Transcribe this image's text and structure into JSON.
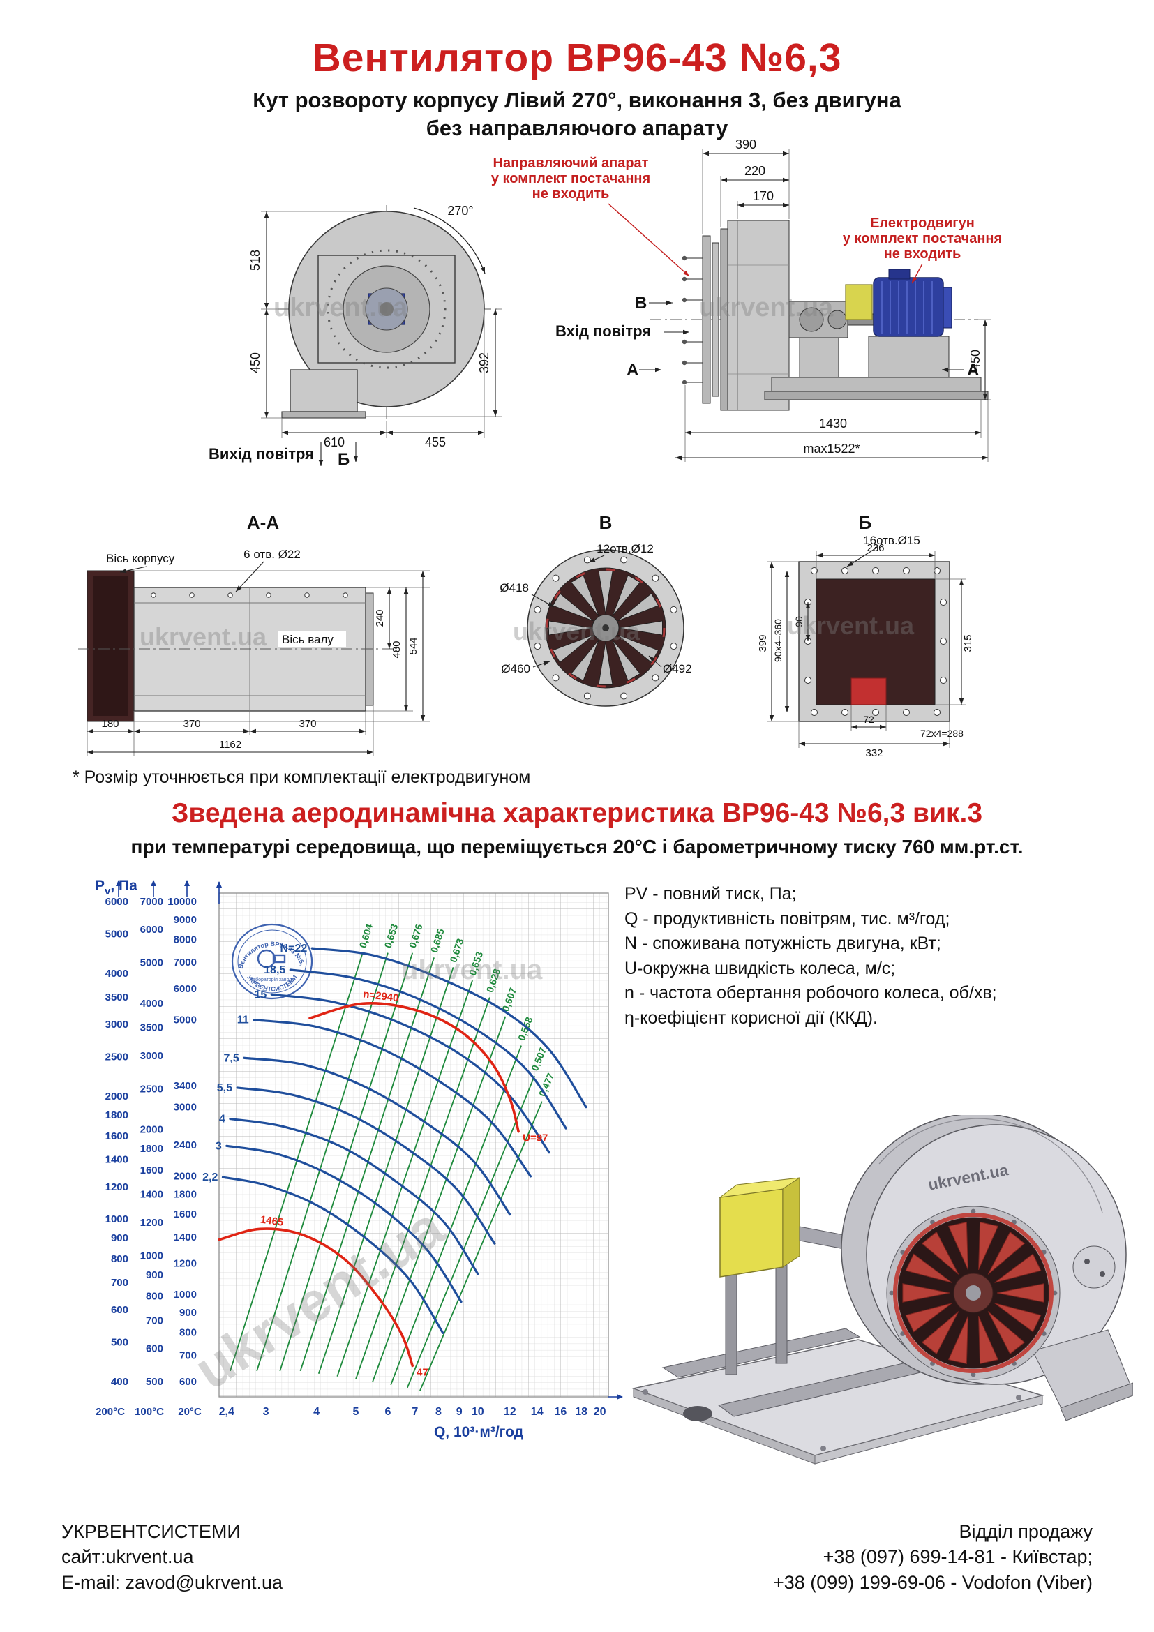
{
  "page": {
    "title": "Вентилятор ВР96-43 №6,3",
    "subtitle_line1": "Кут розвороту корпусу Лівий 270°, виконання 3, без двигуна",
    "subtitle_line2": "без направляючого апарату",
    "footnote": "* Розмір уточнюється при комплектації електродвигуном",
    "watermark": "ukrvent.ua"
  },
  "front_view": {
    "angle_label": "270°",
    "dim_518": "518",
    "dim_450": "450",
    "dim_392": "392",
    "dim_610": "610",
    "dim_455": "455",
    "air_out_label": "Вихід повітря",
    "section_b_marker": "Б"
  },
  "side_view": {
    "note_guide_vane": [
      "Направляючий апарат",
      "у комплект постачання",
      "не входить"
    ],
    "note_motor": [
      "Електродвигун",
      "у комплект постачання",
      "не входить"
    ],
    "air_in_label": "Вхід повітря",
    "marker_v": "В",
    "marker_a_left": "А",
    "marker_a_right": "А",
    "dim_390": "390",
    "dim_220": "220",
    "dim_170": "170",
    "dim_450": "450",
    "dim_1430": "1430",
    "dim_max": "max1522*"
  },
  "section_aa": {
    "title": "А-А",
    "label_body_axis": "Вісь корпусу",
    "label_shaft_axis": "Вісь валу",
    "label_holes": "6 отв. Ø22",
    "dim_240": "240",
    "dim_480": "480",
    "dim_544": "544",
    "dim_180": "180",
    "dim_370a": "370",
    "dim_370b": "370",
    "dim_1162": "1162"
  },
  "section_v": {
    "title": "В",
    "label_holes": "12отв.Ø12",
    "dim_d418": "Ø418",
    "dim_d460": "Ø460",
    "dim_d492": "Ø492"
  },
  "section_b": {
    "title": "Б",
    "label_holes": "16отв.Ø15",
    "dim_236": "236",
    "dim_399": "399",
    "dim_90x4": "90х4=360",
    "dim_90": "90",
    "dim_315": "315",
    "dim_72": "72",
    "dim_332": "332",
    "dim_72x4": "72х4=288"
  },
  "aero": {
    "heading": "Зведена аеродинамічна характеристика ВР96-43 №6,3 вик.3",
    "subheading": "при температурі середовища, що переміщується 20°С і барометричному тиску 760 мм.рт.ст."
  },
  "legend": {
    "lines": [
      "PV - повний тиск, Па;",
      "Q - продуктивність повітрям, тис. м³/год;",
      "N - споживана потужність двигуна, кВт;",
      "U-окружна швидкість колеса, м/с;",
      "n - частота обертання робочого колеса, об/хв;",
      "η-коефіцієнт корисної дії (ККД)."
    ]
  },
  "stamp": {
    "arc_top": "Вентилятор ВР96-43 №6,3",
    "line_mid": "лабораторія заводу",
    "arc_bottom": "УКРВЕНТСИСТЕМИ"
  },
  "footer": {
    "company": "УКРВЕНТСИСТЕМИ",
    "site": "сайт:ukrvent.ua",
    "email": "E-mail: zavod@ukrvent.ua",
    "sales_title": "Відділ продажу",
    "phone1": "+38 (097) 699-14-81 - Київстар;",
    "phone2": "+38 (099) 199-69-06 - Vodofon (Viber)"
  },
  "colors": {
    "title_red": "#cc1f1f",
    "drawing_gray": "#c9c9c9",
    "impeller_maroon": "#3c2222",
    "motor_blue": "#2e3f9f",
    "accent_yellow": "#d8d44e",
    "curve_blue": "#1f4e9c",
    "curve_green": "#1e8a3c",
    "curve_red": "#e02414"
  },
  "chart_data": {
    "type": "line",
    "title": "Зведена аеродинамічна характеристика ВР96-43 №6,3 вик.3",
    "xlabel": "Q, 10³·м³/год",
    "ylabel": "Pv, Па",
    "ylabel_p": "P",
    "ylabel_sub": "v",
    "ylabel_rest": ", Па",
    "x_scale": "log",
    "y_scale": "log",
    "xlim": [
      2.3,
      21
    ],
    "ylim": [
      550,
      10500
    ],
    "grid": true,
    "x_ticks": [
      "2,4",
      "3",
      "4",
      "5",
      "6",
      "7",
      "8",
      "9",
      "10",
      "12",
      "14",
      "16",
      "18",
      "20"
    ],
    "x_tick_values": [
      2.4,
      3,
      4,
      5,
      6,
      7,
      8,
      9,
      10,
      12,
      14,
      16,
      18,
      20
    ],
    "temp_labels": [
      "200°C",
      "100°C",
      "20°C"
    ],
    "y_scales": [
      {
        "temp": "200°C",
        "ticks": [
          6000,
          5000,
          4000,
          3500,
          3000,
          2500,
          2000,
          1800,
          1600,
          1400,
          1200,
          1000,
          900,
          800,
          700,
          600,
          500,
          400
        ]
      },
      {
        "temp": "100°C",
        "ticks": [
          7000,
          6000,
          5000,
          4000,
          3500,
          3000,
          2500,
          2000,
          1800,
          1600,
          1400,
          1200,
          1000,
          900,
          800,
          700,
          600,
          500
        ]
      },
      {
        "temp": "20°C",
        "ticks": [
          10000,
          9000,
          8000,
          7000,
          6000,
          5000,
          3400,
          3000,
          2400,
          2000,
          1800,
          1600,
          1400,
          1200,
          1000,
          900,
          800,
          700,
          600
        ]
      }
    ],
    "power_curves": [
      {
        "label": "N=22",
        "points": [
          [
            3.9,
            7600
          ],
          [
            5.5,
            7300
          ],
          [
            8,
            6400
          ],
          [
            11.5,
            5300
          ],
          [
            15,
            4200
          ],
          [
            18.5,
            3000
          ]
        ]
      },
      {
        "label": "18,5",
        "points": [
          [
            3.45,
            6700
          ],
          [
            4.9,
            6400
          ],
          [
            7,
            5700
          ],
          [
            10,
            4700
          ],
          [
            13.3,
            3700
          ],
          [
            16.5,
            2650
          ]
        ]
      },
      {
        "label": "15",
        "points": [
          [
            3.1,
            5800
          ],
          [
            4.4,
            5550
          ],
          [
            6.3,
            4950
          ],
          [
            9,
            4100
          ],
          [
            12,
            3200
          ],
          [
            15,
            2300
          ]
        ]
      },
      {
        "label": "11",
        "points": [
          [
            2.8,
            5000
          ],
          [
            4.0,
            4800
          ],
          [
            5.7,
            4250
          ],
          [
            8,
            3500
          ],
          [
            10.8,
            2750
          ],
          [
            13.5,
            2000
          ]
        ]
      },
      {
        "label": "7,5",
        "points": [
          [
            2.65,
            4000
          ],
          [
            3.7,
            3850
          ],
          [
            5.2,
            3400
          ],
          [
            7.2,
            2800
          ],
          [
            9.7,
            2200
          ],
          [
            12,
            1600
          ]
        ]
      },
      {
        "label": "5,5",
        "points": [
          [
            2.55,
            3360
          ],
          [
            3.5,
            3220
          ],
          [
            4.9,
            2850
          ],
          [
            6.7,
            2350
          ],
          [
            8.9,
            1850
          ],
          [
            11,
            1350
          ]
        ]
      },
      {
        "label": "4",
        "points": [
          [
            2.45,
            2800
          ],
          [
            3.3,
            2680
          ],
          [
            4.6,
            2380
          ],
          [
            6.2,
            1960
          ],
          [
            8.2,
            1540
          ],
          [
            10,
            1130
          ]
        ]
      },
      {
        "label": "3",
        "points": [
          [
            2.4,
            2390
          ],
          [
            3.2,
            2280
          ],
          [
            4.3,
            2020
          ],
          [
            5.8,
            1660
          ],
          [
            7.5,
            1300
          ],
          [
            9.1,
            960
          ]
        ]
      },
      {
        "label": "2,2",
        "points": [
          [
            2.35,
            1990
          ],
          [
            3.0,
            1900
          ],
          [
            4.0,
            1690
          ],
          [
            5.3,
            1390
          ],
          [
            6.8,
            1090
          ],
          [
            8.2,
            800
          ]
        ]
      }
    ],
    "efficiency_lines": [
      {
        "label": "0,604",
        "from": [
          2.45,
          640
        ],
        "to": [
          5.2,
          7400
        ]
      },
      {
        "label": "0,653",
        "from": [
          2.85,
          640
        ],
        "to": [
          6.0,
          7400
        ]
      },
      {
        "label": "0,676",
        "from": [
          3.25,
          640
        ],
        "to": [
          6.9,
          7400
        ]
      },
      {
        "label": "0,685",
        "from": [
          3.65,
          640
        ],
        "to": [
          7.8,
          7200
        ]
      },
      {
        "label": "0,673",
        "from": [
          4.05,
          630
        ],
        "to": [
          8.7,
          6800
        ]
      },
      {
        "label": "0,653",
        "from": [
          4.5,
          620
        ],
        "to": [
          9.7,
          6300
        ]
      },
      {
        "label": "0,628",
        "from": [
          5.0,
          610
        ],
        "to": [
          10.7,
          5700
        ]
      },
      {
        "label": "0,607",
        "from": [
          5.5,
          600
        ],
        "to": [
          11.7,
          5100
        ]
      },
      {
        "label": "0,558",
        "from": [
          6.1,
          590
        ],
        "to": [
          12.8,
          4300
        ]
      },
      {
        "label": "0,507",
        "from": [
          6.7,
          580
        ],
        "to": [
          13.8,
          3600
        ]
      },
      {
        "label": "0,477",
        "from": [
          7.2,
          570
        ],
        "to": [
          14.4,
          3100
        ]
      }
    ],
    "speed_curves": [
      {
        "label": "n=2940",
        "end_label": "U=97",
        "points": [
          [
            3.85,
            5050
          ],
          [
            5.2,
            5500
          ],
          [
            7,
            5300
          ],
          [
            9,
            4700
          ],
          [
            10.8,
            3900
          ],
          [
            12,
            3150
          ],
          [
            12.6,
            2600
          ]
        ]
      },
      {
        "label": "1465",
        "end_label": "47",
        "points": [
          [
            2.3,
            1380
          ],
          [
            2.9,
            1470
          ],
          [
            3.7,
            1420
          ],
          [
            4.7,
            1230
          ],
          [
            5.7,
            980
          ],
          [
            6.5,
            790
          ],
          [
            6.9,
            660
          ]
        ]
      }
    ],
    "colors": {
      "power": "#1f4e9c",
      "efficiency": "#1e8a3c",
      "speed": "#e02414",
      "axis": "#1a3f9e"
    }
  }
}
